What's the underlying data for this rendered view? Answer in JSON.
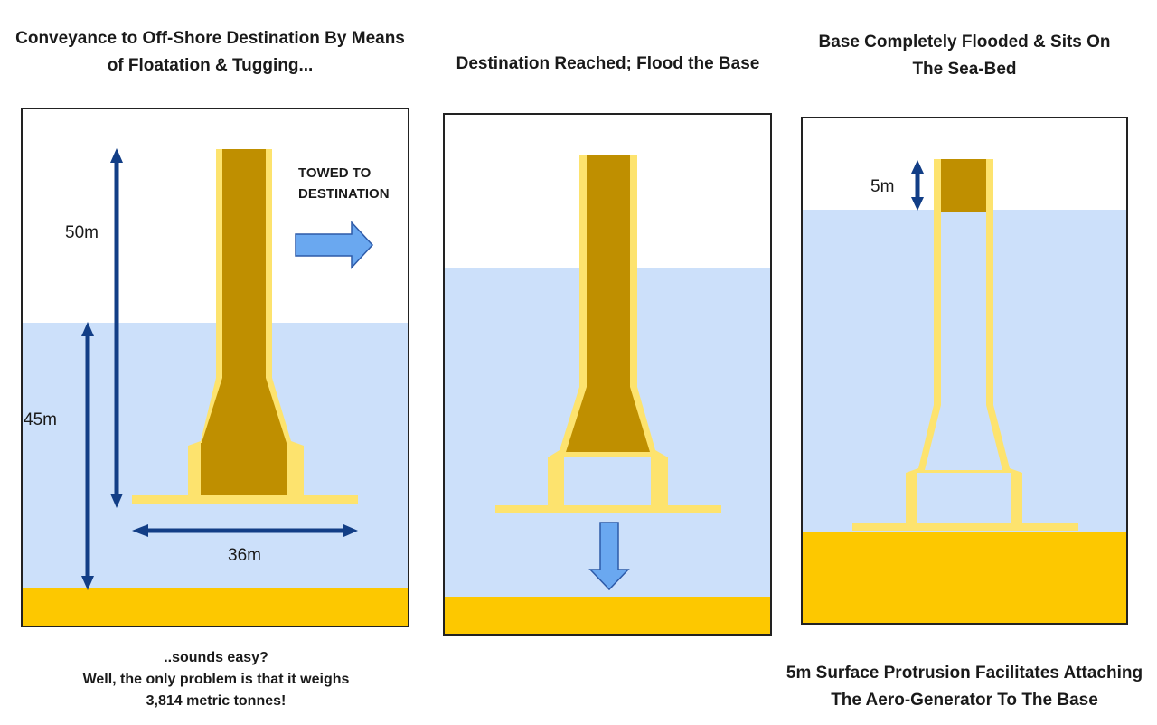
{
  "panels": [
    {
      "title": "Conveyance to Off-Shore Destination By Means of Floatation & Tugging...",
      "dimensions": {
        "height_total": "50m",
        "height_submerged": "45m",
        "base_width": "36m"
      },
      "tow_label_line1": "TOWED TO",
      "tow_label_line2": "DESTINATION",
      "caption_line1": "..sounds easy?",
      "caption_line2": "Well, the only problem is that it weighs",
      "caption_line3": "3,814 metric tonnes!"
    },
    {
      "title": "Destination Reached; Flood the Base"
    },
    {
      "title": "Base Completely Flooded & Sits On The Sea-Bed",
      "dimensions": {
        "protrusion": "5m"
      },
      "caption_line1": "5m Surface Protrusion Facilitates Attaching",
      "caption_line2": "The Aero-Generator To The Base"
    }
  ],
  "colors": {
    "water": "#cce0fa",
    "seabed": "#fdc800",
    "structure_outline": "#fde36e",
    "structure_fill": "#bf8f00",
    "dimension_arrow": "#123e86",
    "motion_arrow": "#6aa8f0",
    "motion_arrow_stroke": "#2d5aa8",
    "frame": "#222222"
  }
}
